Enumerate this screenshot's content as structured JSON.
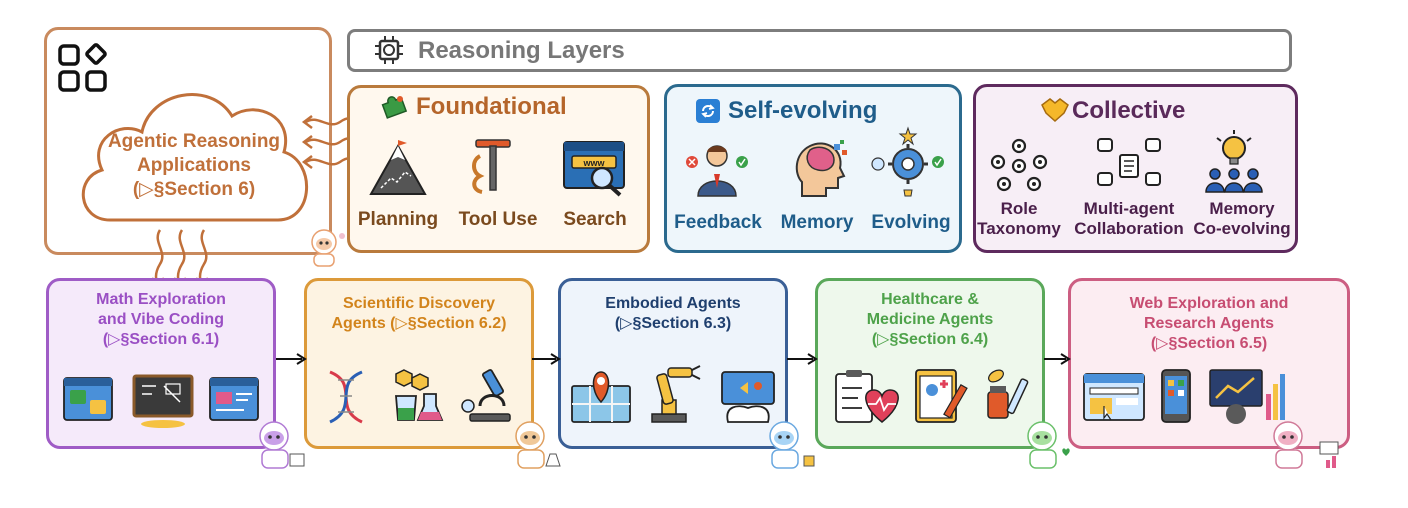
{
  "header": {
    "title": "Reasoning Layers"
  },
  "applications": {
    "line1": "Agentic Reasoning",
    "line2": "Applications",
    "line3": "(▷§Section 6)"
  },
  "layers": {
    "foundational": {
      "title": "Foundational",
      "items": [
        "Planning",
        "Tool Use",
        "Search"
      ]
    },
    "self_evolving": {
      "title": "Self-evolving",
      "items": [
        "Feedback",
        "Memory",
        "Evolving"
      ]
    },
    "collective": {
      "title": "Collective",
      "items": [
        {
          "line1": "Role",
          "line2": "Taxonomy"
        },
        {
          "line1": "Multi-agent",
          "line2": "Collaboration"
        },
        {
          "line1": "Memory",
          "line2": "Co-evolving"
        }
      ]
    }
  },
  "domains": [
    {
      "line1": "Math Exploration",
      "line2": "and Vibe Coding",
      "line3": "(▷§Section 6.1)"
    },
    {
      "line1": "Scientific Discovery",
      "line2": "Agents (▷§Section 6.2)",
      "line3": ""
    },
    {
      "line1": "Embodied Agents",
      "line2": "(▷§Section 6.3)",
      "line3": ""
    },
    {
      "line1": "Healthcare &",
      "line2": "Medicine Agents",
      "line3": "(▷§Section 6.4)"
    },
    {
      "line1": "Web Exploration and",
      "line2": "Research Agents",
      "line3": "(▷§Section 6.5)"
    }
  ],
  "colors": {
    "applications": "#c0703a",
    "foundational": "#b5652a",
    "self_evolving": "#1f5d8a",
    "collective": "#5a2a5a",
    "header": "#7a7a7a",
    "math": "#9a4fc4",
    "science": "#d2841c",
    "embodied": "#2a4f86",
    "health": "#4ea24a",
    "web": "#c74d72"
  }
}
